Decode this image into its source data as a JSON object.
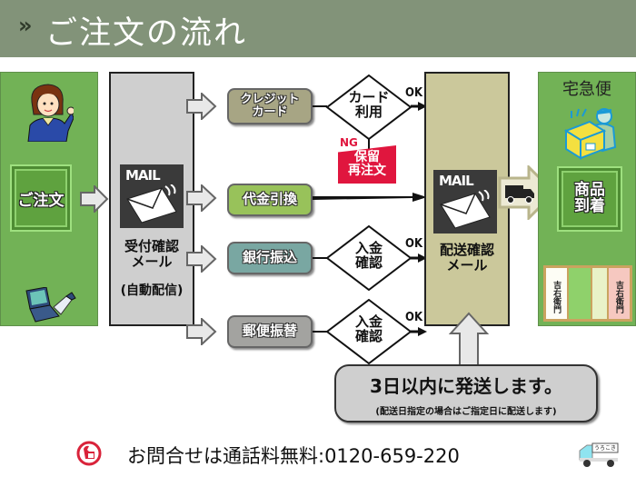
{
  "header": {
    "chevron": "»",
    "title": "ご注文の流れ"
  },
  "colors": {
    "header_bg": "#829379",
    "customer_col": "#72b256",
    "reception_col": "#cfcfcf",
    "shipping_col": "#cbc89b",
    "delivery_col": "#72b256",
    "ng_label": "#e0163e"
  },
  "customer": {
    "order_button": "ご注文"
  },
  "reception": {
    "mail_word": "MAIL",
    "label_line1": "受付確認",
    "label_line2": "メール",
    "note": "(自動配信)"
  },
  "payments": [
    {
      "label_line1": "クレジット",
      "label_line2": "カード",
      "color": "#a7a584"
    },
    {
      "label_line1": "代金引換",
      "label_line2": "",
      "color": "#98c25a"
    },
    {
      "label_line1": "銀行振込",
      "label_line2": "",
      "color": "#79a7a2"
    },
    {
      "label_line1": "郵便振替",
      "label_line2": "",
      "color": "#a3a3a0"
    }
  ],
  "checks": [
    {
      "line1": "カード",
      "line2": "利用",
      "result": "OK"
    },
    {
      "line1": "入金",
      "line2": "確認",
      "result": "OK"
    },
    {
      "line1": "入金",
      "line2": "確認",
      "result": "OK"
    }
  ],
  "ng": {
    "label": "NG",
    "line1": "保留",
    "line2": "再注文"
  },
  "shipping": {
    "mail_word": "MAIL",
    "label_line1": "配送確認",
    "label_line2": "メール"
  },
  "delivery": {
    "carrier": "宅急便",
    "arrival_line1": "商品",
    "arrival_line2": "到着",
    "product_brand": "吉右衛門"
  },
  "notice": {
    "main": "3日以内に発送します。",
    "sub": "(配送日指定の場合はご指定日に配送します)"
  },
  "footer": {
    "contact": "お問合せは通話料無料:0120-659-220",
    "truck_sign": "うろこき"
  }
}
